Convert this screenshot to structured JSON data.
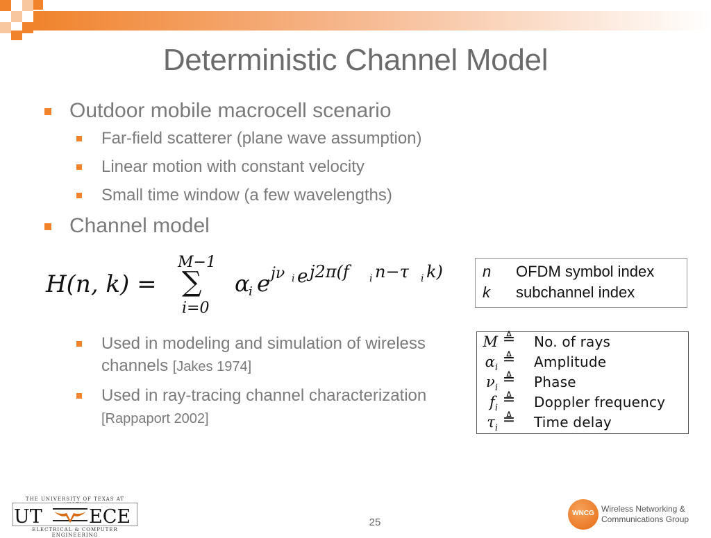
{
  "slide": {
    "title": "Deterministic Channel Model",
    "page_number": "25"
  },
  "bullets": {
    "l1_a": "Outdoor mobile macrocell scenario",
    "l2_a": [
      "Far-field scatterer (plane wave assumption)",
      "Linear motion with constant velocity",
      "Small time window (a few wavelengths)"
    ],
    "l1_b": "Channel model",
    "l2_b": [
      {
        "text": "Used in modeling and simulation of wireless channels",
        "cite": "[Jakes 1974]"
      },
      {
        "text": "Used in ray-tracing channel characterization",
        "cite": "[Rappaport 2002]"
      }
    ]
  },
  "formula": {
    "lhs": "H(n, k) =",
    "upper": "M−1",
    "sum": "∑",
    "lower": "i=0",
    "alpha": "α",
    "sub_i": "i",
    "e": "e",
    "exp1": "jν",
    "exp2": "j2π(f",
    "exp3": "n−τ",
    "exp4": "k)"
  },
  "index_box": {
    "rows": [
      {
        "var": "n",
        "desc": "OFDM symbol index"
      },
      {
        "var": "k",
        "desc": "subchannel index"
      }
    ]
  },
  "def_box": {
    "def_symbol": "≜",
    "rows": [
      {
        "sym": "M",
        "sub": "",
        "desc": "No. of rays"
      },
      {
        "sym": "α",
        "sub": "i",
        "desc": "Amplitude"
      },
      {
        "sym": "ν",
        "sub": "i",
        "desc": "Phase"
      },
      {
        "sym": "f",
        "sub": "i",
        "desc": "Doppler frequency"
      },
      {
        "sym": "τ",
        "sub": "i",
        "desc": "Time delay"
      }
    ]
  },
  "logos": {
    "ut_top": "THE UNIVERSITY OF TEXAS AT AUSTIN",
    "ut_left": "UT",
    "ut_right": "ECE",
    "ut_bottom": "ELECTRICAL & COMPUTER ENGINEERING",
    "wncg_badge": "WNCG",
    "wncg_line1": "Wireless Networking &",
    "wncg_line2": "Communications Group"
  },
  "colors": {
    "accent": "#f0832c",
    "title": "#6b6b6b",
    "text": "#7a7a7a"
  }
}
